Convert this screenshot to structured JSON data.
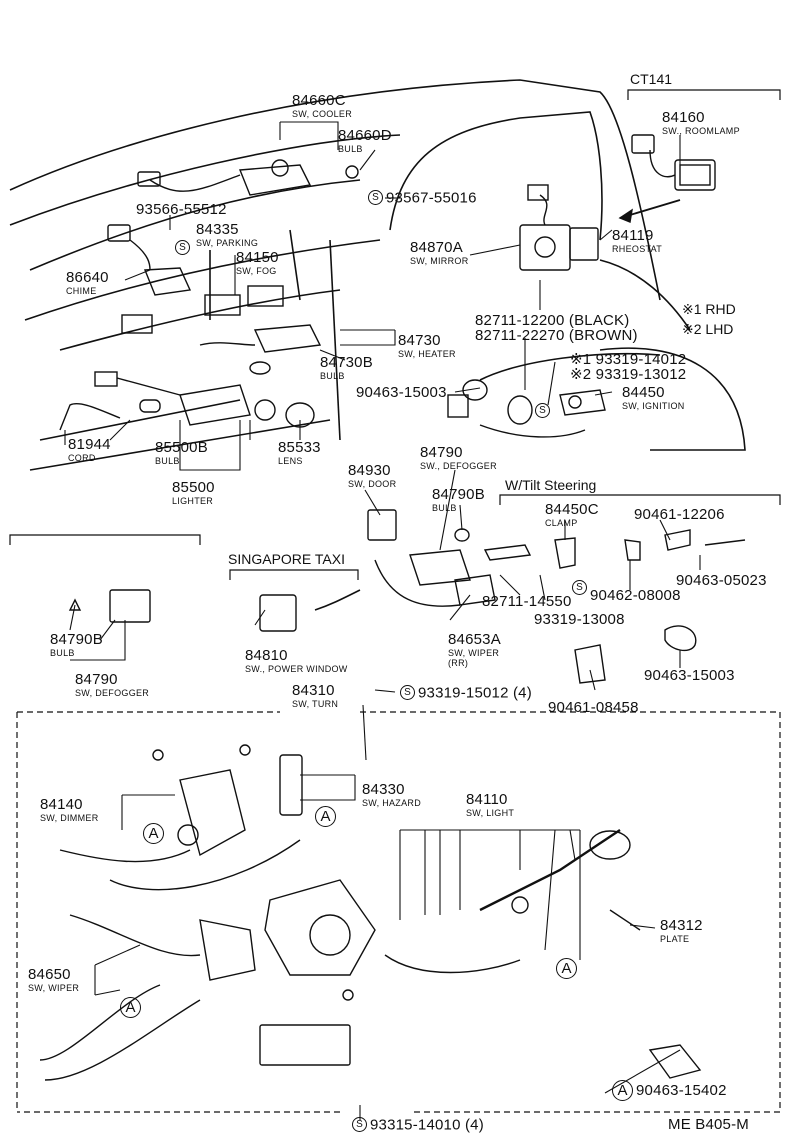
{
  "diagram": {
    "code": "ME B405-M",
    "section_labels": {
      "ct141": "CT141",
      "tilt": "W/Tilt Steering",
      "singapore": "SINGAPORE TAXI",
      "rhd": "※1 RHD",
      "lhd": "※2 LHD"
    },
    "parts": {
      "p84660C": {
        "number": "84660C",
        "desc": "SW, COOLER"
      },
      "p84660D": {
        "number": "84660D",
        "desc": "BULB"
      },
      "p84160": {
        "number": "84160",
        "desc": "SW., ROOMLAMP"
      },
      "p93567": {
        "number": "93567-55016"
      },
      "p93566": {
        "number": "93566-55512"
      },
      "p84335": {
        "number": "84335",
        "desc": "SW, PARKING"
      },
      "p84150": {
        "number": "84150",
        "desc": "SW, FOG"
      },
      "p86640": {
        "number": "86640",
        "desc": "CHIME"
      },
      "p84870A": {
        "number": "84870A",
        "desc": "SW, MIRROR"
      },
      "p84119": {
        "number": "84119",
        "desc": "RHEOSTAT"
      },
      "p82711_12200": {
        "number": "82711-12200 (BLACK)"
      },
      "p82711_22270": {
        "number": "82711-22270 (BROWN)"
      },
      "p84730": {
        "number": "84730",
        "desc": "SW, HEATER"
      },
      "p84730B": {
        "number": "84730B",
        "desc": "BULB"
      },
      "p93319_14012": {
        "number": "※1 93319-14012"
      },
      "p93319_13012": {
        "number": "※2 93319-13012"
      },
      "p90463_15003a": {
        "number": "90463-15003"
      },
      "p84450": {
        "number": "84450",
        "desc": "SW, IGNITION"
      },
      "p81944": {
        "number": "81944",
        "desc": "CORD"
      },
      "p85500B": {
        "number": "85500B",
        "desc": "BULB"
      },
      "p85533": {
        "number": "85533",
        "desc": "LENS"
      },
      "p85500": {
        "number": "85500",
        "desc": "LIGHTER"
      },
      "p84930": {
        "number": "84930",
        "desc": "SW, DOOR"
      },
      "p84790a": {
        "number": "84790",
        "desc": "SW., DEFOGGER"
      },
      "p84790B": {
        "number": "84790B",
        "desc": "BULB"
      },
      "p84450C": {
        "number": "84450C",
        "desc": "CLAMP"
      },
      "p90461_12206": {
        "number": "90461-12206"
      },
      "p82711_14550": {
        "number": "82711-14550"
      },
      "p93319_13008": {
        "number": "93319-13008"
      },
      "p90462_08008": {
        "number": "90462-08008"
      },
      "p90463_05023": {
        "number": "90463-05023"
      },
      "p84790Bb": {
        "number": "84790B",
        "desc": "BULB"
      },
      "p84790b": {
        "number": "84790",
        "desc": "SW, DEFOGGER"
      },
      "p84810": {
        "number": "84810",
        "desc": "SW., POWER WINDOW"
      },
      "p84653A": {
        "number": "84653A",
        "desc": "SW, WIPER"
      },
      "p84653A_sub": "(RR)",
      "p90463_15003b": {
        "number": "90463-15003"
      },
      "p90461_08458": {
        "number": "90461-08458"
      },
      "p93319_15012": {
        "number": "93319-15012 (4)"
      },
      "p84310": {
        "number": "84310",
        "desc": "SW, TURN"
      },
      "p84140": {
        "number": "84140",
        "desc": "SW, DIMMER"
      },
      "p84330": {
        "number": "84330",
        "desc": "SW, HAZARD"
      },
      "p84110": {
        "number": "84110",
        "desc": "SW, LIGHT"
      },
      "p84312": {
        "number": "84312",
        "desc": "PLATE"
      },
      "p84650": {
        "number": "84650",
        "desc": "SW, WIPER"
      },
      "p90463_15402": {
        "number": "90463-15402"
      },
      "p93315_14010": {
        "number": "93315-14010 (4)"
      }
    },
    "markers": {
      "s": "S",
      "a": "A"
    }
  }
}
